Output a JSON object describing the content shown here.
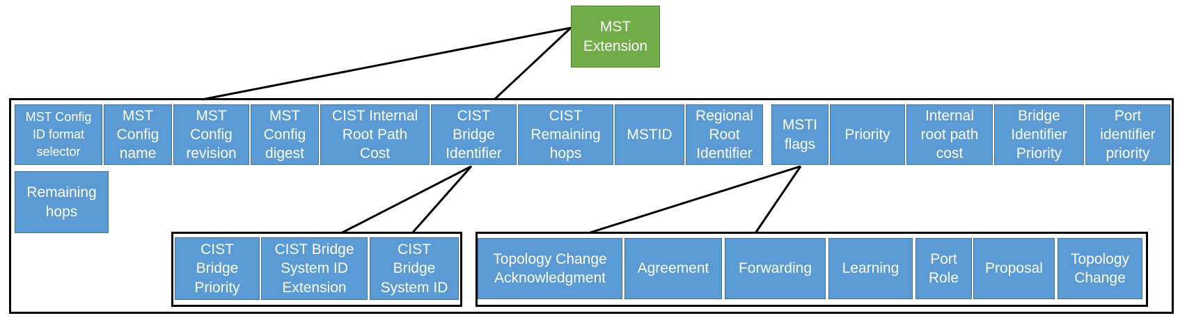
{
  "diagram": {
    "root": {
      "label": "MST\nExtension",
      "fill": "#70ad47"
    },
    "fields": [
      "MST Config\nID format\nselector",
      "MST\nConfig\nname",
      "MST\nConfig\nrevision",
      "MST\nConfig\ndigest",
      "CIST Internal\nRoot Path\nCost",
      "CIST\nBridge\nIdentifier",
      "CIST\nRemaining\nhops",
      "MSTID",
      "Regional\nRoot\nIdentifier",
      "MSTI\nflags",
      "Priority",
      "Internal\nroot path\ncost",
      "Bridge\nIdentifier\nPriority",
      "Port\nidentifier\npriority",
      "Remaining\nhops"
    ],
    "cist_bridge_identifier_parts": [
      "CIST\nBridge\nPriority",
      "CIST Bridge\nSystem ID\nExtension",
      "CIST\nBridge\nSystem ID"
    ],
    "msti_flags_parts": [
      "Topology Change\nAcknowledgment",
      "Agreement",
      "Forwarding",
      "Learning",
      "Port\nRole",
      "Proposal",
      "Topology\nChange"
    ],
    "colors": {
      "field_fill": "#5b9bd5",
      "root_fill": "#70ad47",
      "frame": "#000000",
      "text": "#ffffff"
    }
  }
}
